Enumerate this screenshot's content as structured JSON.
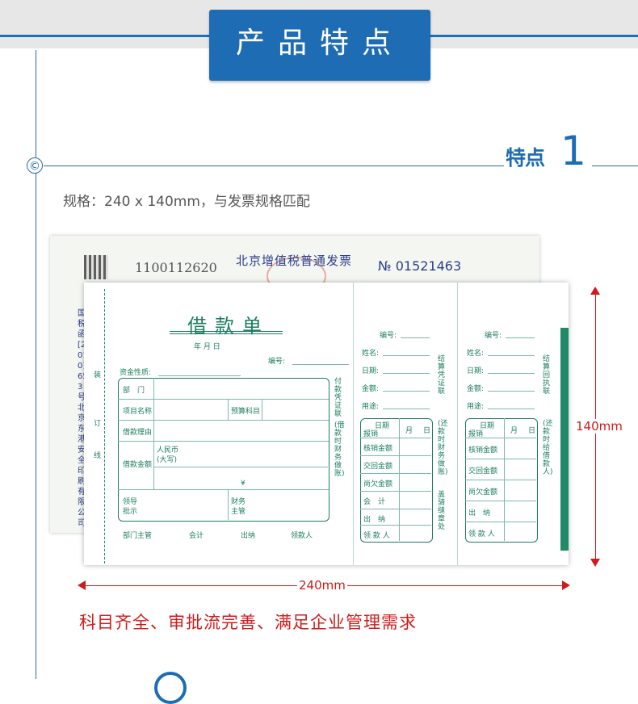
{
  "header": {
    "title": "产品特点"
  },
  "feature": {
    "label": "特点",
    "number": "1",
    "copyright_symbol": "©"
  },
  "spec": {
    "text": "规格：240 x 140mm，与发票规格匹配"
  },
  "back_invoice": {
    "code_left": "1100112620",
    "title": "北京增值税普通发票",
    "number": "№ 01521463",
    "side_text": "国税函[2010]653号北京东港安全印刷有限公司"
  },
  "form": {
    "title": "借款单",
    "date_line": "年    月    日",
    "number_label": "编号:",
    "fund_nature_label": "资金性质:",
    "rows": [
      "部　门",
      "项目名称",
      "借款理由",
      "借款金额"
    ],
    "budget_label": "预算科目",
    "rmb_label": "人民币",
    "rmb_sub": "(大写)",
    "yen": "¥",
    "leader_label": "领导",
    "leader_sub": "批示",
    "finance_label": "财务",
    "finance_sub": "主管",
    "footer": [
      "部门主管",
      "会计",
      "出纳",
      "领款人"
    ],
    "vertical_mid": "付款凭证联",
    "vertical_mid2": "(借款时财务做账)",
    "stub": {
      "fields": [
        "编号:",
        "姓名:",
        "日期:",
        "金额:",
        "用途:"
      ],
      "reimb_date": "日期",
      "reimb_label": "报销",
      "month": "月",
      "day": "日",
      "rows": [
        "核销金额",
        "交回金额",
        "尚欠金额",
        "会　计",
        "出　纳",
        "领 款 人"
      ],
      "vertical": "结算凭证联",
      "vertical2": "(还款时财务做账)",
      "vertical3": "盖骑缝章处"
    },
    "stub2": {
      "fields": [
        "编号:",
        "姓名:",
        "日期:",
        "金额:",
        "用途:"
      ],
      "reimb_date": "日期",
      "reimb_label": "报销",
      "month": "月",
      "day": "日",
      "rows": [
        "核销金额",
        "交回金额",
        "尚欠金额",
        "出　纳",
        "领 款 人"
      ],
      "vertical": "结算回执联",
      "vertical2": "(还款时给借款人)"
    },
    "left_strip": [
      "装",
      "订",
      "线"
    ]
  },
  "dimensions": {
    "height": "140mm",
    "width": "240mm"
  },
  "slogan": "科目齐全、审批流完善、满足企业管理需求",
  "colors": {
    "brand_blue": "#1e6db4",
    "form_green": "#1d7d60",
    "dimension_red": "#d01b1b"
  }
}
